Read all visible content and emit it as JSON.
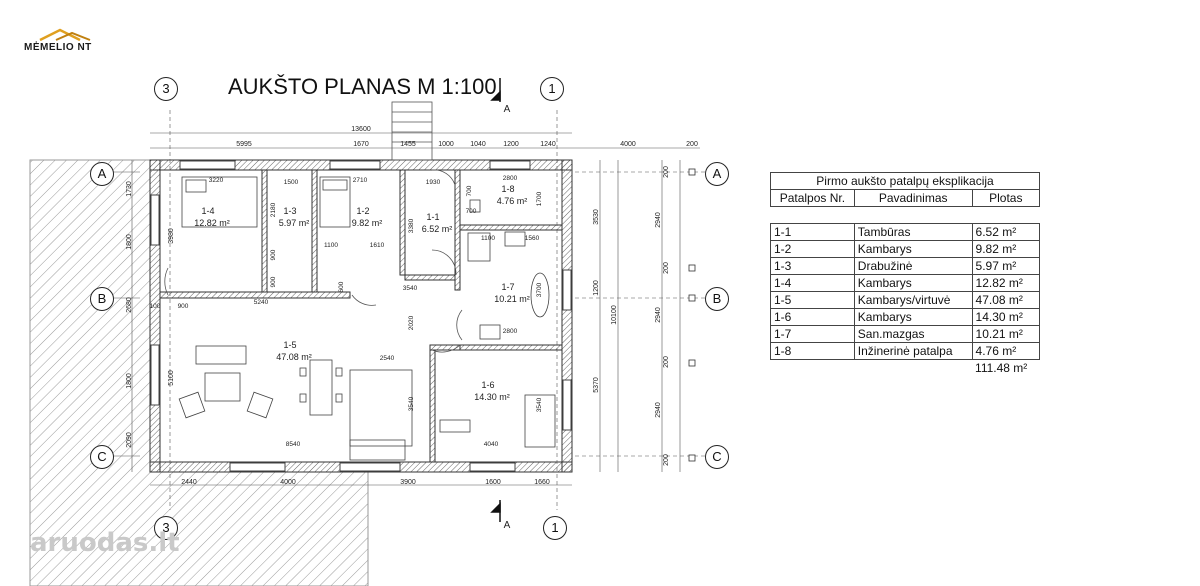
{
  "logo": {
    "text": "MĖMELIO NT"
  },
  "title": "AUKŠTO PLANAS M  1:100",
  "watermark": "aruodas.lt",
  "axes": {
    "top_left": "3",
    "top_right": "1",
    "bottom_left": "3",
    "bottom_right": "1",
    "rows": [
      "A",
      "B",
      "C"
    ]
  },
  "section_marks": [
    "A",
    "A"
  ],
  "dimensions": {
    "top_total": "13600",
    "top_segments": [
      "5995",
      "1670",
      "1455",
      "1000",
      "1040",
      "1200",
      "1240",
      "4000",
      "200"
    ],
    "bottom_segments": [
      "2440",
      "4000",
      "3900",
      "1600",
      "1660"
    ],
    "left": [
      "1730",
      "1800",
      "2680",
      "1800",
      "2090"
    ],
    "left_inner": [
      "3980",
      "5100"
    ],
    "right_inner": [
      "3530",
      "1200",
      "5370"
    ],
    "right_total": "10100",
    "right_grid": [
      "2940",
      "2940",
      "2940"
    ],
    "right_small": [
      "200",
      "200",
      "200",
      "200"
    ],
    "interior": [
      "3220",
      "2710",
      "1930",
      "2800",
      "1500",
      "2180",
      "900",
      "900",
      "600",
      "1100",
      "1610",
      "3380",
      "700",
      "700",
      "1700",
      "1100",
      "1560",
      "3700",
      "3540",
      "5240",
      "2020",
      "2800",
      "2540",
      "3540",
      "3540",
      "8540",
      "4040",
      "100",
      "900"
    ]
  },
  "rooms": [
    {
      "id": "1-1",
      "area": "6.52 m²"
    },
    {
      "id": "1-2",
      "area": "9.82 m²"
    },
    {
      "id": "1-3",
      "area": "5.97 m²"
    },
    {
      "id": "1-4",
      "area": "12.82 m²"
    },
    {
      "id": "1-5",
      "area": "47.08 m²"
    },
    {
      "id": "1-6",
      "area": "14.30 m²"
    },
    {
      "id": "1-7",
      "area": "10.21 m²"
    },
    {
      "id": "1-8",
      "area": "4.76 m²"
    }
  ],
  "explication": {
    "title": "Pirmo aukšto patalpų eksplikacija",
    "headers": [
      "Patalpos Nr.",
      "Pavadinimas",
      "Plotas"
    ],
    "rows": [
      [
        "1-1",
        "Tambūras",
        "6.52 m²"
      ],
      [
        "1-2",
        "Kambarys",
        "9.82 m²"
      ],
      [
        "1-3",
        "Drabužinė",
        "5.97 m²"
      ],
      [
        "1-4",
        "Kambarys",
        "12.82 m²"
      ],
      [
        "1-5",
        "Kambarys/virtuvė",
        "47.08 m²"
      ],
      [
        "1-6",
        "Kambarys",
        "14.30 m²"
      ],
      [
        "1-7",
        "San.mazgas",
        "10.21 m²"
      ],
      [
        "1-8",
        "Inžinerinė patalpa",
        "4.76 m²"
      ]
    ],
    "total": "111.48 m²"
  },
  "colors": {
    "wall": "#3a3a3a",
    "dim": "#555555",
    "hatch": "#9a9a9a",
    "accent": "#e0a020"
  }
}
